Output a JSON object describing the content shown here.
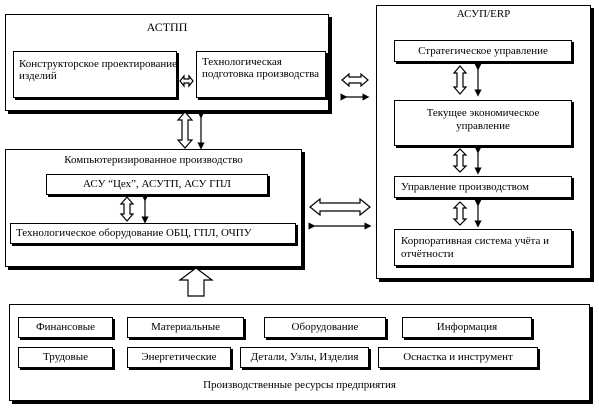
{
  "astpp": {
    "title": "АСТПП",
    "design": "Конструкторское проектирование  изделий",
    "tech_prep": "Технологическая подготовка производства"
  },
  "asup": {
    "title": "АСУП/ERP",
    "strategic": "Стратегическое управление",
    "economic": "Текущее экономическое управление",
    "production_mgmt": "Управление производством",
    "accounting": "Корпоративная система учёта и отчётности"
  },
  "cim": {
    "title": "Компьютеризированное производство",
    "asu": "АСУ “Цех”, АСУТП, АСУ ГПЛ",
    "equipment": "Технологическое оборудование ОБЦ,  ГПЛ, ОЧПУ"
  },
  "resources": {
    "title": "Производственные  ресурсы  предприятия",
    "row1": [
      "Финансовые",
      "Материальные",
      "Оборудование",
      "Информация"
    ],
    "row2": [
      "Трудовые",
      "Энергетические",
      "Детали, Узлы, Изделия",
      "Оснастка и инструмент"
    ]
  }
}
